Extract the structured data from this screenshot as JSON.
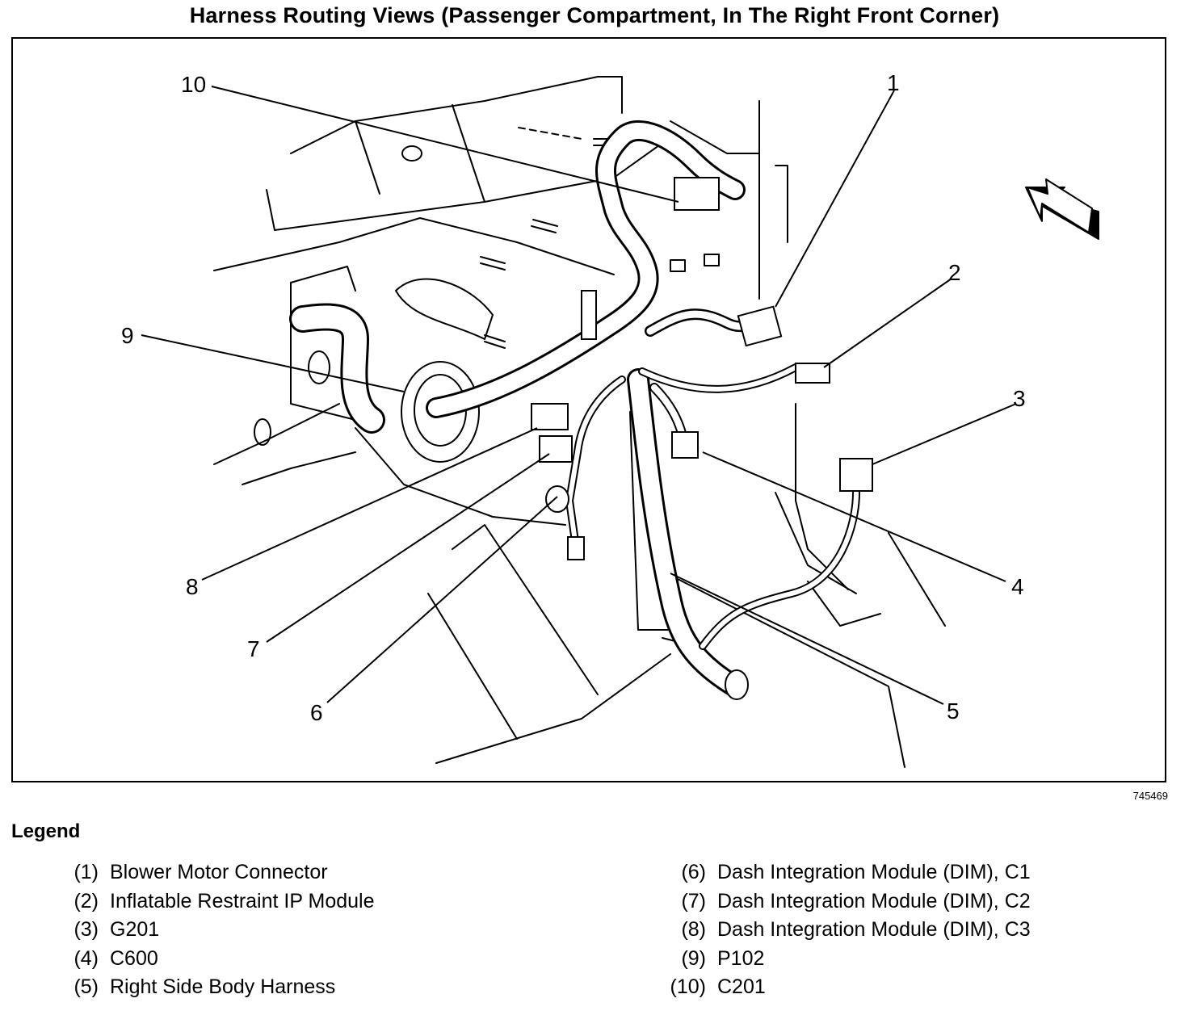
{
  "title": "Harness Routing Views (Passenger Compartment, In The Right Front Corner)",
  "figure_id": "745469",
  "callouts": [
    "1",
    "2",
    "3",
    "4",
    "5",
    "6",
    "7",
    "8",
    "9",
    "10"
  ],
  "legend": {
    "heading": "Legend",
    "left": [
      {
        "num": "(1)",
        "label": "Blower Motor Connector"
      },
      {
        "num": "(2)",
        "label": "Inflatable Restraint IP Module"
      },
      {
        "num": "(3)",
        "label": "G201"
      },
      {
        "num": "(4)",
        "label": "C600"
      },
      {
        "num": "(5)",
        "label": "Right Side Body Harness"
      }
    ],
    "right": [
      {
        "num": "(6)",
        "label": "Dash Integration Module (DIM), C1"
      },
      {
        "num": "(7)",
        "label": "Dash Integration Module (DIM), C2"
      },
      {
        "num": "(8)",
        "label": "Dash Integration Module (DIM), C3"
      },
      {
        "num": "(9)",
        "label": "P102"
      },
      {
        "num": "(10)",
        "label": "C201"
      }
    ]
  },
  "colors": {
    "ink": "#000000",
    "paper": "#ffffff"
  }
}
